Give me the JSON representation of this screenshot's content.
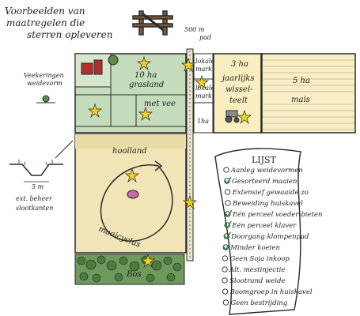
{
  "title_lines": [
    "Voorbeelden van",
    "maatregelen die",
    "sterren opleveren"
  ],
  "path_label": [
    "500 m",
    "pad"
  ],
  "fields": {
    "grassland": [
      "10 ha",
      "grasland"
    ],
    "met_vee": "met vee",
    "lokale_top": [
      "lokale",
      "markt"
    ],
    "lokale_mid": [
      "lokale",
      "markt"
    ],
    "lokale_low": [
      "1ha"
    ],
    "wisselteelt": [
      "3 ha",
      "jaarlijks",
      "wissel-",
      "teelt"
    ],
    "five_ha": "5 ha",
    "mais": "mais",
    "hooiland": "hooiland",
    "maaicyclus": "maaicyclus",
    "bos": "Bos"
  },
  "side_labels": {
    "veekering": [
      "Veekeringen",
      "weidevorm"
    ],
    "width": "5 m",
    "slootkanten": [
      "ext. beheer",
      "slootkanten"
    ]
  },
  "list": {
    "title": "LIJST",
    "items": [
      {
        "text": "Aanleg weidevormen",
        "checked": false
      },
      {
        "text": "Gesorteerd maaien",
        "checked": true
      },
      {
        "text": "Extensief gewaaide zo",
        "checked": false
      },
      {
        "text": "Beweiding huiskavel",
        "checked": false
      },
      {
        "text": "Eén perceel voeder-bieten",
        "checked": true
      },
      {
        "text": "Eén perceel klaver",
        "checked": true
      },
      {
        "text": "Doorgang klompenpad",
        "checked": true
      },
      {
        "text": "Minder koeien",
        "checked": true
      },
      {
        "text": "Geen Soja inkoop",
        "checked": false
      },
      {
        "text": "Alt. mestinjectie",
        "checked": false
      },
      {
        "text": "Slootrand weide",
        "checked": false
      },
      {
        "text": "Boomgroep in huiskavel",
        "checked": false
      },
      {
        "text": "Geen bestrijding",
        "checked": false
      }
    ]
  },
  "colors": {
    "green_field": "#c4dcbc",
    "grass_border": "#7a9a6a",
    "yellow_field": "#f8eec0",
    "hay_field": "#f1e4b6",
    "hedge": "#5f8a4e",
    "star": "#f2d31b",
    "ink": "#2a2a2a"
  }
}
